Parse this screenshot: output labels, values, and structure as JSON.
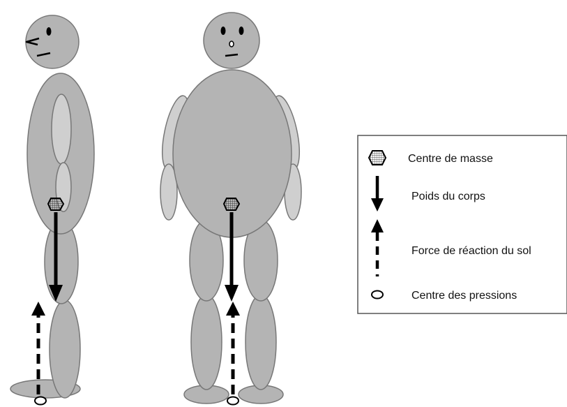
{
  "legend": {
    "items": [
      {
        "label": "Centre de masse",
        "icon": "hexagon-grid-icon"
      },
      {
        "label": "Poids du corps",
        "icon": "solid-down-arrow-icon"
      },
      {
        "label": "Force de réaction du sol",
        "icon": "dashed-up-arrow-icon"
      },
      {
        "label": "Centre des pressions",
        "icon": "ellipse-icon"
      }
    ]
  },
  "figures": {
    "side_view": {
      "name": "side-view-figure"
    },
    "front_view": {
      "name": "front-view-figure"
    }
  },
  "colors": {
    "body_fill": "#b4b4b4",
    "limb_fill": "#c7c7c7",
    "outline": "#666666",
    "arrow": "#000000",
    "legend_border": "#555555"
  }
}
